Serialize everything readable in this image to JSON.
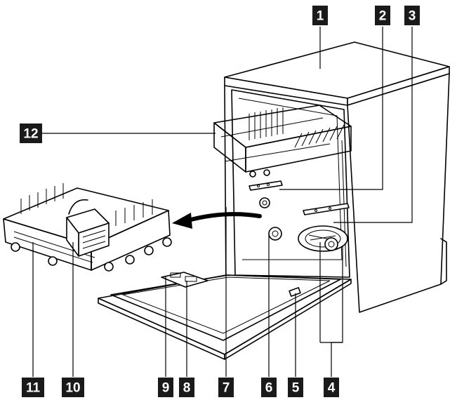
{
  "callouts": [
    {
      "label": "1"
    },
    {
      "label": "2"
    },
    {
      "label": "3"
    },
    {
      "label": "4"
    },
    {
      "label": "5"
    },
    {
      "label": "6"
    },
    {
      "label": "7"
    },
    {
      "label": "8"
    },
    {
      "label": "9"
    },
    {
      "label": "10"
    },
    {
      "label": "11"
    },
    {
      "label": "12"
    }
  ],
  "colors": {
    "badge": "#1a1a1a",
    "badge_text": "#ffffff",
    "line": "#000000"
  }
}
